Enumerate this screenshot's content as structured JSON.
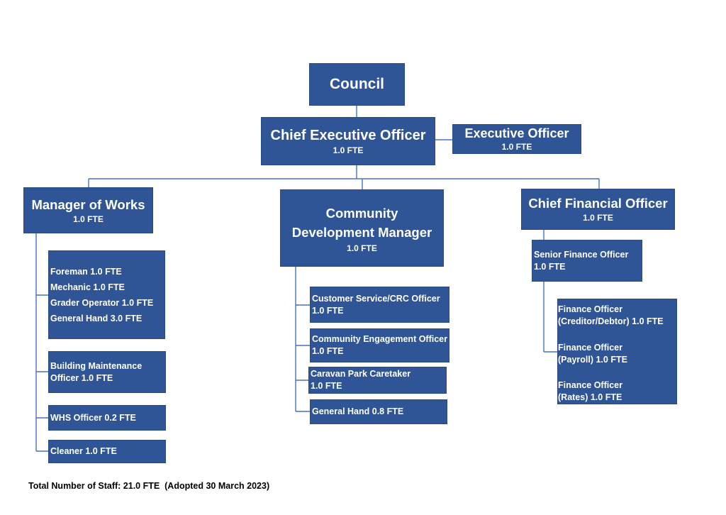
{
  "council": {
    "title": "Council"
  },
  "ceo": {
    "title": "Chief Executive Officer",
    "fte": "1.0 FTE"
  },
  "executive_officer": {
    "title": "Executive Officer",
    "fte": "1.0 FTE"
  },
  "manager_of_works": {
    "title": "Manager of Works",
    "fte": "1.0 FTE",
    "field_team": [
      "Foreman 1.0 FTE",
      "Mechanic 1.0 FTE",
      "Grader Operator 1.0 FTE",
      "General Hand 3.0 FTE"
    ],
    "building_maintenance": [
      "Building Maintenance",
      "Officer 1.0 FTE"
    ],
    "whs": "WHS Officer 0.2 FTE",
    "cleaner": "Cleaner 1.0 FTE"
  },
  "community_development_manager": {
    "title_line1": "Community",
    "title_line2": "Development Manager",
    "fte": "1.0 FTE",
    "customer_service": [
      "Customer Service/CRC Officer",
      "1.0 FTE"
    ],
    "community_engagement": [
      "Community Engagement Officer",
      "1.0 FTE"
    ],
    "caravan_park": [
      "Caravan Park Caretaker",
      "1.0 FTE"
    ],
    "general_hand": "General Hand 0.8 FTE"
  },
  "chief_financial_officer": {
    "title": "Chief Financial Officer",
    "fte": "1.0 FTE",
    "senior_finance": [
      "Senior Finance Officer",
      "1.0 FTE"
    ],
    "finance_officers": [
      [
        "Finance Officer",
        "(Creditor/Debtor) 1.0 FTE"
      ],
      [
        "Finance Officer",
        "(Payroll) 1.0 FTE"
      ],
      [
        "Finance Officer",
        "(Rates) 1.0 FTE"
      ]
    ]
  },
  "footer": "Total Number of Staff: 21.0 FTE  (Adopted 30 March 2023)",
  "colors": {
    "box_fill": "#2f5597",
    "connector": "#4472c4",
    "text": "#ffffff"
  }
}
